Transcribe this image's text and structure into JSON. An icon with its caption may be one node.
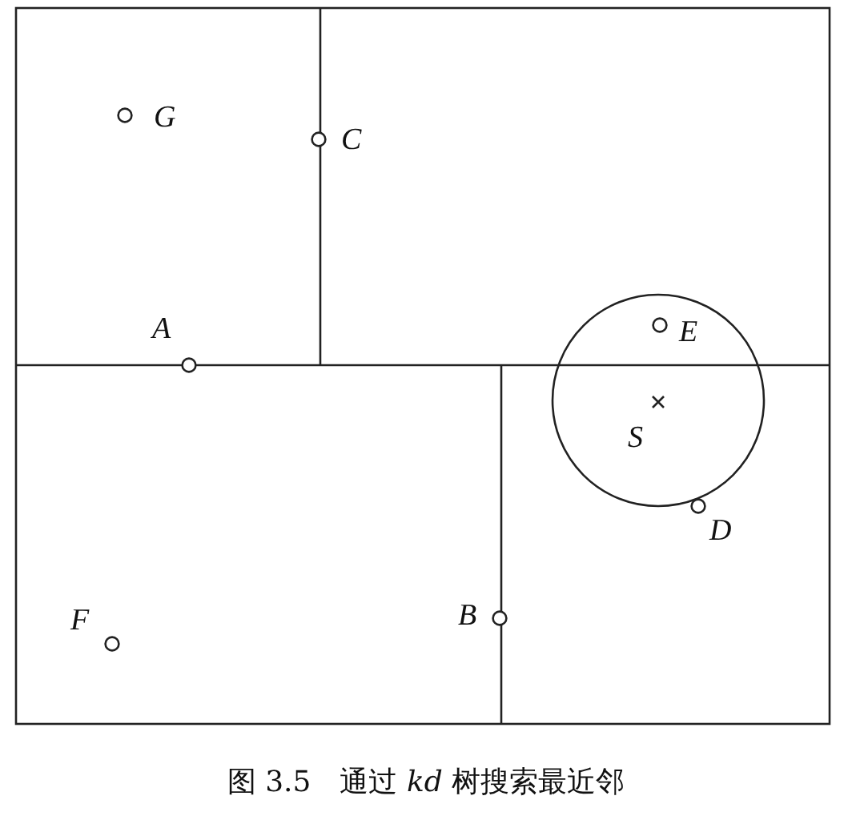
{
  "diagram": {
    "caption": "图 3.5　通过 *kd* 树搜索最近邻",
    "labels": [
      "G",
      "C",
      "A",
      "E",
      "S",
      "D",
      "B",
      "F"
    ]
  }
}
